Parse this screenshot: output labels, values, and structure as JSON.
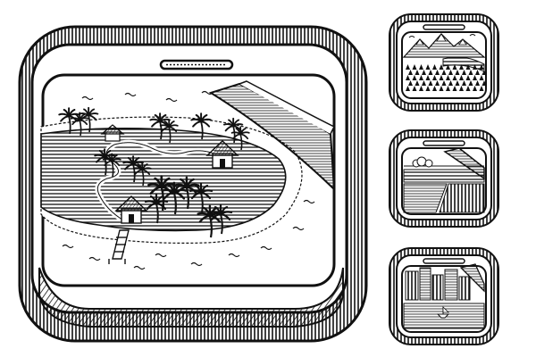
{
  "illustration": {
    "style": "black-and-white engraved line art",
    "colors": {
      "ink": "#111111",
      "paper": "#ffffff",
      "gray": "#bdbdbd"
    },
    "main_window": {
      "scene": "tropical-island"
    },
    "thumbnails": [
      {
        "scene": "mountains-forest"
      },
      {
        "scene": "farmland-fields"
      },
      {
        "scene": "city-waterfront"
      }
    ]
  }
}
